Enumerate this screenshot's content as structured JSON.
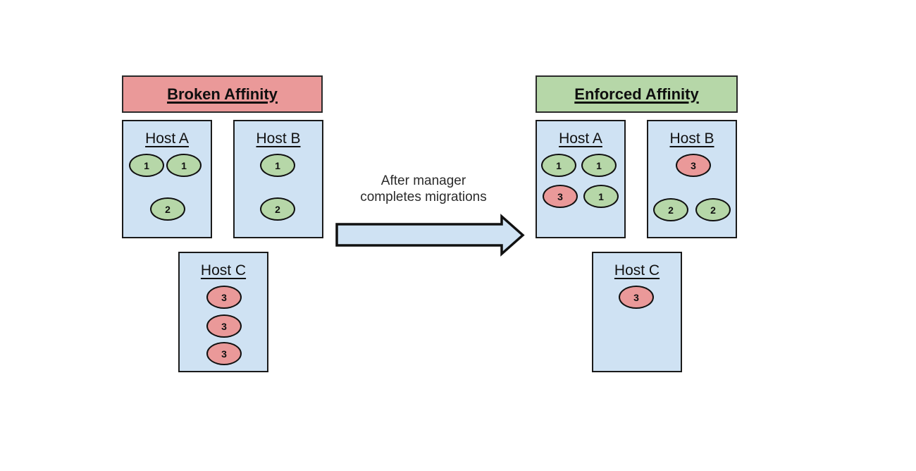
{
  "colors": {
    "canvas_bg": "#ffffff",
    "broken_header": "#ea9999",
    "enforced_header": "#b6d7a8",
    "host_fill": "#cfe2f3",
    "green_vm": "#b6d7a8",
    "red_vm": "#ea9999",
    "arrow_fill": "#cfe2f3",
    "border": "#1a1a1a"
  },
  "broken": {
    "title": "Broken Affinity",
    "hosts": [
      {
        "title": "Host A",
        "vms": [
          {
            "label": "1",
            "type": "green"
          },
          {
            "label": "1",
            "type": "green"
          },
          {
            "label": "2",
            "type": "green"
          }
        ]
      },
      {
        "title": "Host B",
        "vms": [
          {
            "label": "1",
            "type": "green"
          },
          {
            "label": "2",
            "type": "green"
          }
        ]
      },
      {
        "title": "Host C",
        "vms": [
          {
            "label": "3",
            "type": "red"
          },
          {
            "label": "3",
            "type": "red"
          },
          {
            "label": "3",
            "type": "red"
          }
        ]
      }
    ]
  },
  "transition": {
    "caption_line1": "After manager",
    "caption_line2": "completes migrations"
  },
  "enforced": {
    "title": "Enforced Affinity",
    "hosts": [
      {
        "title": "Host A",
        "vms": [
          {
            "label": "1",
            "type": "green"
          },
          {
            "label": "1",
            "type": "green"
          },
          {
            "label": "3",
            "type": "red"
          },
          {
            "label": "1",
            "type": "green"
          }
        ]
      },
      {
        "title": "Host B",
        "vms": [
          {
            "label": "3",
            "type": "red"
          },
          {
            "label": "2",
            "type": "green"
          },
          {
            "label": "2",
            "type": "green"
          }
        ]
      },
      {
        "title": "Host C",
        "vms": [
          {
            "label": "3",
            "type": "red"
          }
        ]
      }
    ]
  }
}
